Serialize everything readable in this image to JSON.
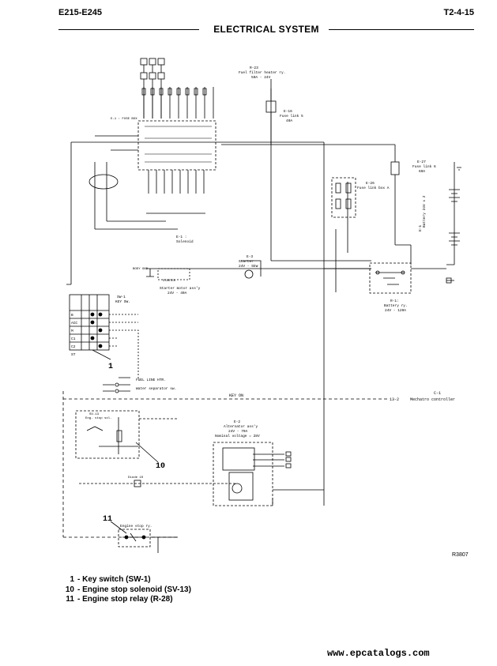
{
  "header": {
    "model": "E215-E245",
    "page": "T2-4-15"
  },
  "title": "ELECTRICAL SYSTEM",
  "components": {
    "fuse_filter_heater": {
      "name": "R-23",
      "line1": "Fuel filter heater ry.",
      "line2": "50A - 24V"
    },
    "fuse_link_5": {
      "name": "E-16",
      "line1": "Fuse link 5",
      "line2": "40A"
    },
    "fuse_box": {
      "name": "E-1 : FUSE BOX"
    },
    "fuse_link_6": {
      "name": "E-27",
      "line1": "Fuse link 6",
      "line2": "60A"
    },
    "fuse_box_a": {
      "name": "E-26",
      "line1": "Fuse link box A"
    },
    "battery": {
      "name": "E-1",
      "line1": "Battery 24V x 2"
    },
    "battery_relay": {
      "name": "R-1:",
      "line1": "Battery ry.",
      "line2": "24V - 120A"
    },
    "starter": {
      "name": "E-3",
      "line1": "Starter",
      "line2": "24V - 5kW"
    },
    "starter_motor_relay": {
      "label": "STARTER",
      "line1": "Starter motor ass'y",
      "line2": "24V - 40A"
    },
    "body_ground": {
      "label": "BODY GND"
    },
    "solenoid": {
      "name": "E-1 :",
      "line1": "Solenoid"
    },
    "key_switch": {
      "name": "SW-1",
      "line1": "KEY SW.",
      "rows": [
        "B",
        "ACC",
        "M",
        "C1",
        "C2",
        "ST"
      ]
    },
    "fuel_and_water": {
      "line1": "FUEL LINE HTR.",
      "line2": "Water separator sw."
    },
    "key_on": "KEY ON",
    "mechatro": {
      "name": "C-1",
      "line1": "Mechatro controller",
      "conn": "13-2"
    },
    "engine_stop_solenoid": {
      "name": "SV-13",
      "line1": "Eng. stop sol."
    },
    "diode": "Diode 10",
    "alternator": {
      "name": "E-2",
      "line1": "Alternator ass'y",
      "line2": "24V - 70A",
      "line3": "Nominal voltage = 28V"
    },
    "engine_stop_relay": {
      "line1": "Engine stop ry."
    }
  },
  "callouts": {
    "c1": "1",
    "c10": "10",
    "c11": "11"
  },
  "figure_ref": "R3807",
  "legend": [
    {
      "num": "1",
      "text": "- Key switch (SW-1)"
    },
    {
      "num": "10",
      "text": "- Engine stop solenoid (SV-13)"
    },
    {
      "num": "11",
      "text": "- Engine stop relay (R-28)"
    }
  ],
  "footer": "www.epcatalogs.com"
}
